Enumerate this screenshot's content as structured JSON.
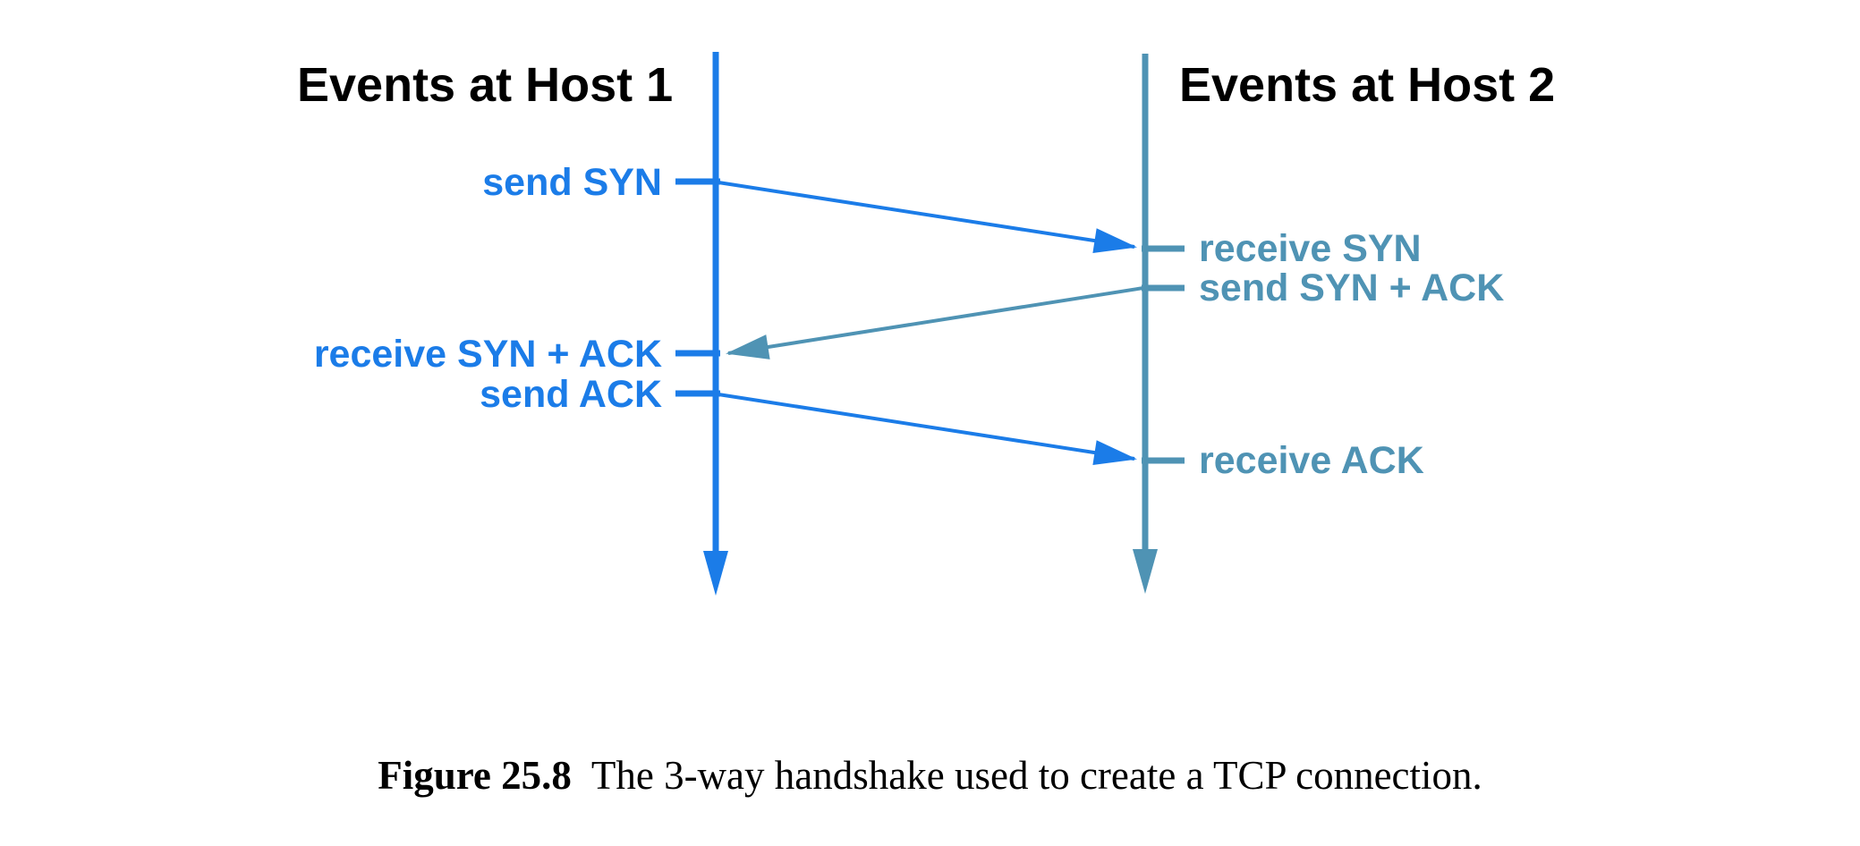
{
  "colors": {
    "host1": "#1b7ce8",
    "host2": "#4f93b4",
    "text": "#000000",
    "background": "#ffffff"
  },
  "host1": {
    "title": "Events at Host 1",
    "events": {
      "send_syn": "send SYN",
      "receive_syn_ack": "receive SYN + ACK",
      "send_ack": "send ACK"
    }
  },
  "host2": {
    "title": "Events at Host 2",
    "events": {
      "receive_syn": "receive SYN",
      "send_syn_ack": "send SYN + ACK",
      "receive_ack": "receive ACK"
    }
  },
  "messages": [
    {
      "carries": "SYN",
      "from": "host1",
      "to": "host2"
    },
    {
      "carries": "SYN + ACK",
      "from": "host2",
      "to": "host1"
    },
    {
      "carries": "ACK",
      "from": "host1",
      "to": "host2"
    }
  ],
  "caption": {
    "prefix": "Figure 25.8",
    "text": "The 3-way handshake used to create a TCP connection."
  }
}
